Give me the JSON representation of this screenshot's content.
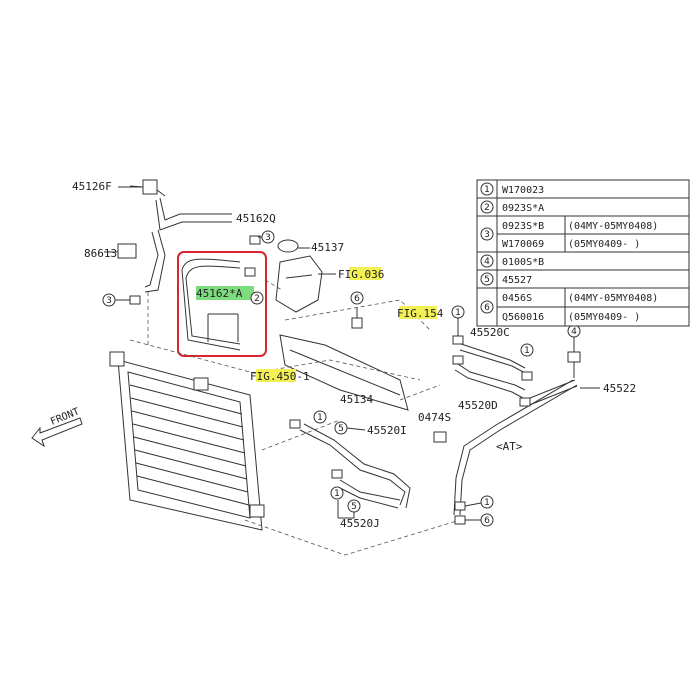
{
  "labels": {
    "p45126F": "45126F",
    "p45162Q": "45162Q",
    "p86613": "86613",
    "p45137": "45137",
    "fig036": "FIG.036",
    "p45162A": "45162*A",
    "fig154": "FIG.154",
    "p45520C": "45520C",
    "fig450": "FIG.450-1",
    "p45134": "45134",
    "p45520D": "45520D",
    "p45522": "45522",
    "p0474S": "0474S",
    "p45520I": "45520I",
    "at": "<AT>",
    "p45520J": "45520J",
    "front": "FRONT"
  },
  "callouts": [
    "1",
    "2",
    "3",
    "4",
    "5",
    "6"
  ],
  "table": [
    {
      "num": "1",
      "code": "W170023",
      "range": ""
    },
    {
      "num": "2",
      "code": "0923S*A",
      "range": ""
    },
    {
      "num": "3",
      "code": "0923S*B",
      "range": "(04MY-05MY0408)"
    },
    {
      "num": "",
      "code": "W170069",
      "range": "(05MY0409-     )"
    },
    {
      "num": "4",
      "code": "0100S*B",
      "range": ""
    },
    {
      "num": "5",
      "code": "45527",
      "range": ""
    },
    {
      "num": "6",
      "code": "0456S",
      "range": "(04MY-05MY0408)"
    },
    {
      "num": "",
      "code": "Q560016",
      "range": "(05MY0409-     )"
    }
  ],
  "colors": {
    "highlight_yellow": "#f2f055",
    "highlight_green": "#7ddc7d",
    "selection_red": "#d9252e"
  }
}
